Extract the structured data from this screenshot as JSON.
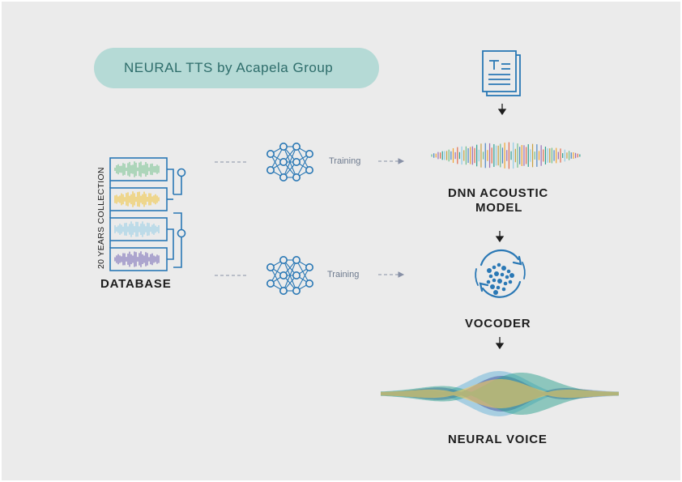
{
  "title": {
    "text": "NEURAL TTS  by Acapela Group"
  },
  "database": {
    "side_label": "20 YEARS COLLECTION",
    "label": "DATABASE"
  },
  "training": {
    "top_label": "Training",
    "bottom_label": "Training"
  },
  "dnn": {
    "label_line1": "DNN ACOUSTIC",
    "label_line2": "MODEL"
  },
  "vocoder": {
    "label": "VOCODER"
  },
  "neural_voice": {
    "label": "NEURAL VOICE"
  },
  "colors": {
    "background": "#ebebeb",
    "pill": "#b5dad6",
    "pill_text": "#2e6d6b",
    "blue": "#2a78b5",
    "dashes": "#8790a6"
  },
  "icons": [
    "document-icon",
    "neural-network-icon",
    "database-icon",
    "waveform-icon",
    "vocoder-icon",
    "voice-wave-icon",
    "arrow-down-icon",
    "dashed-arrow-icon"
  ]
}
